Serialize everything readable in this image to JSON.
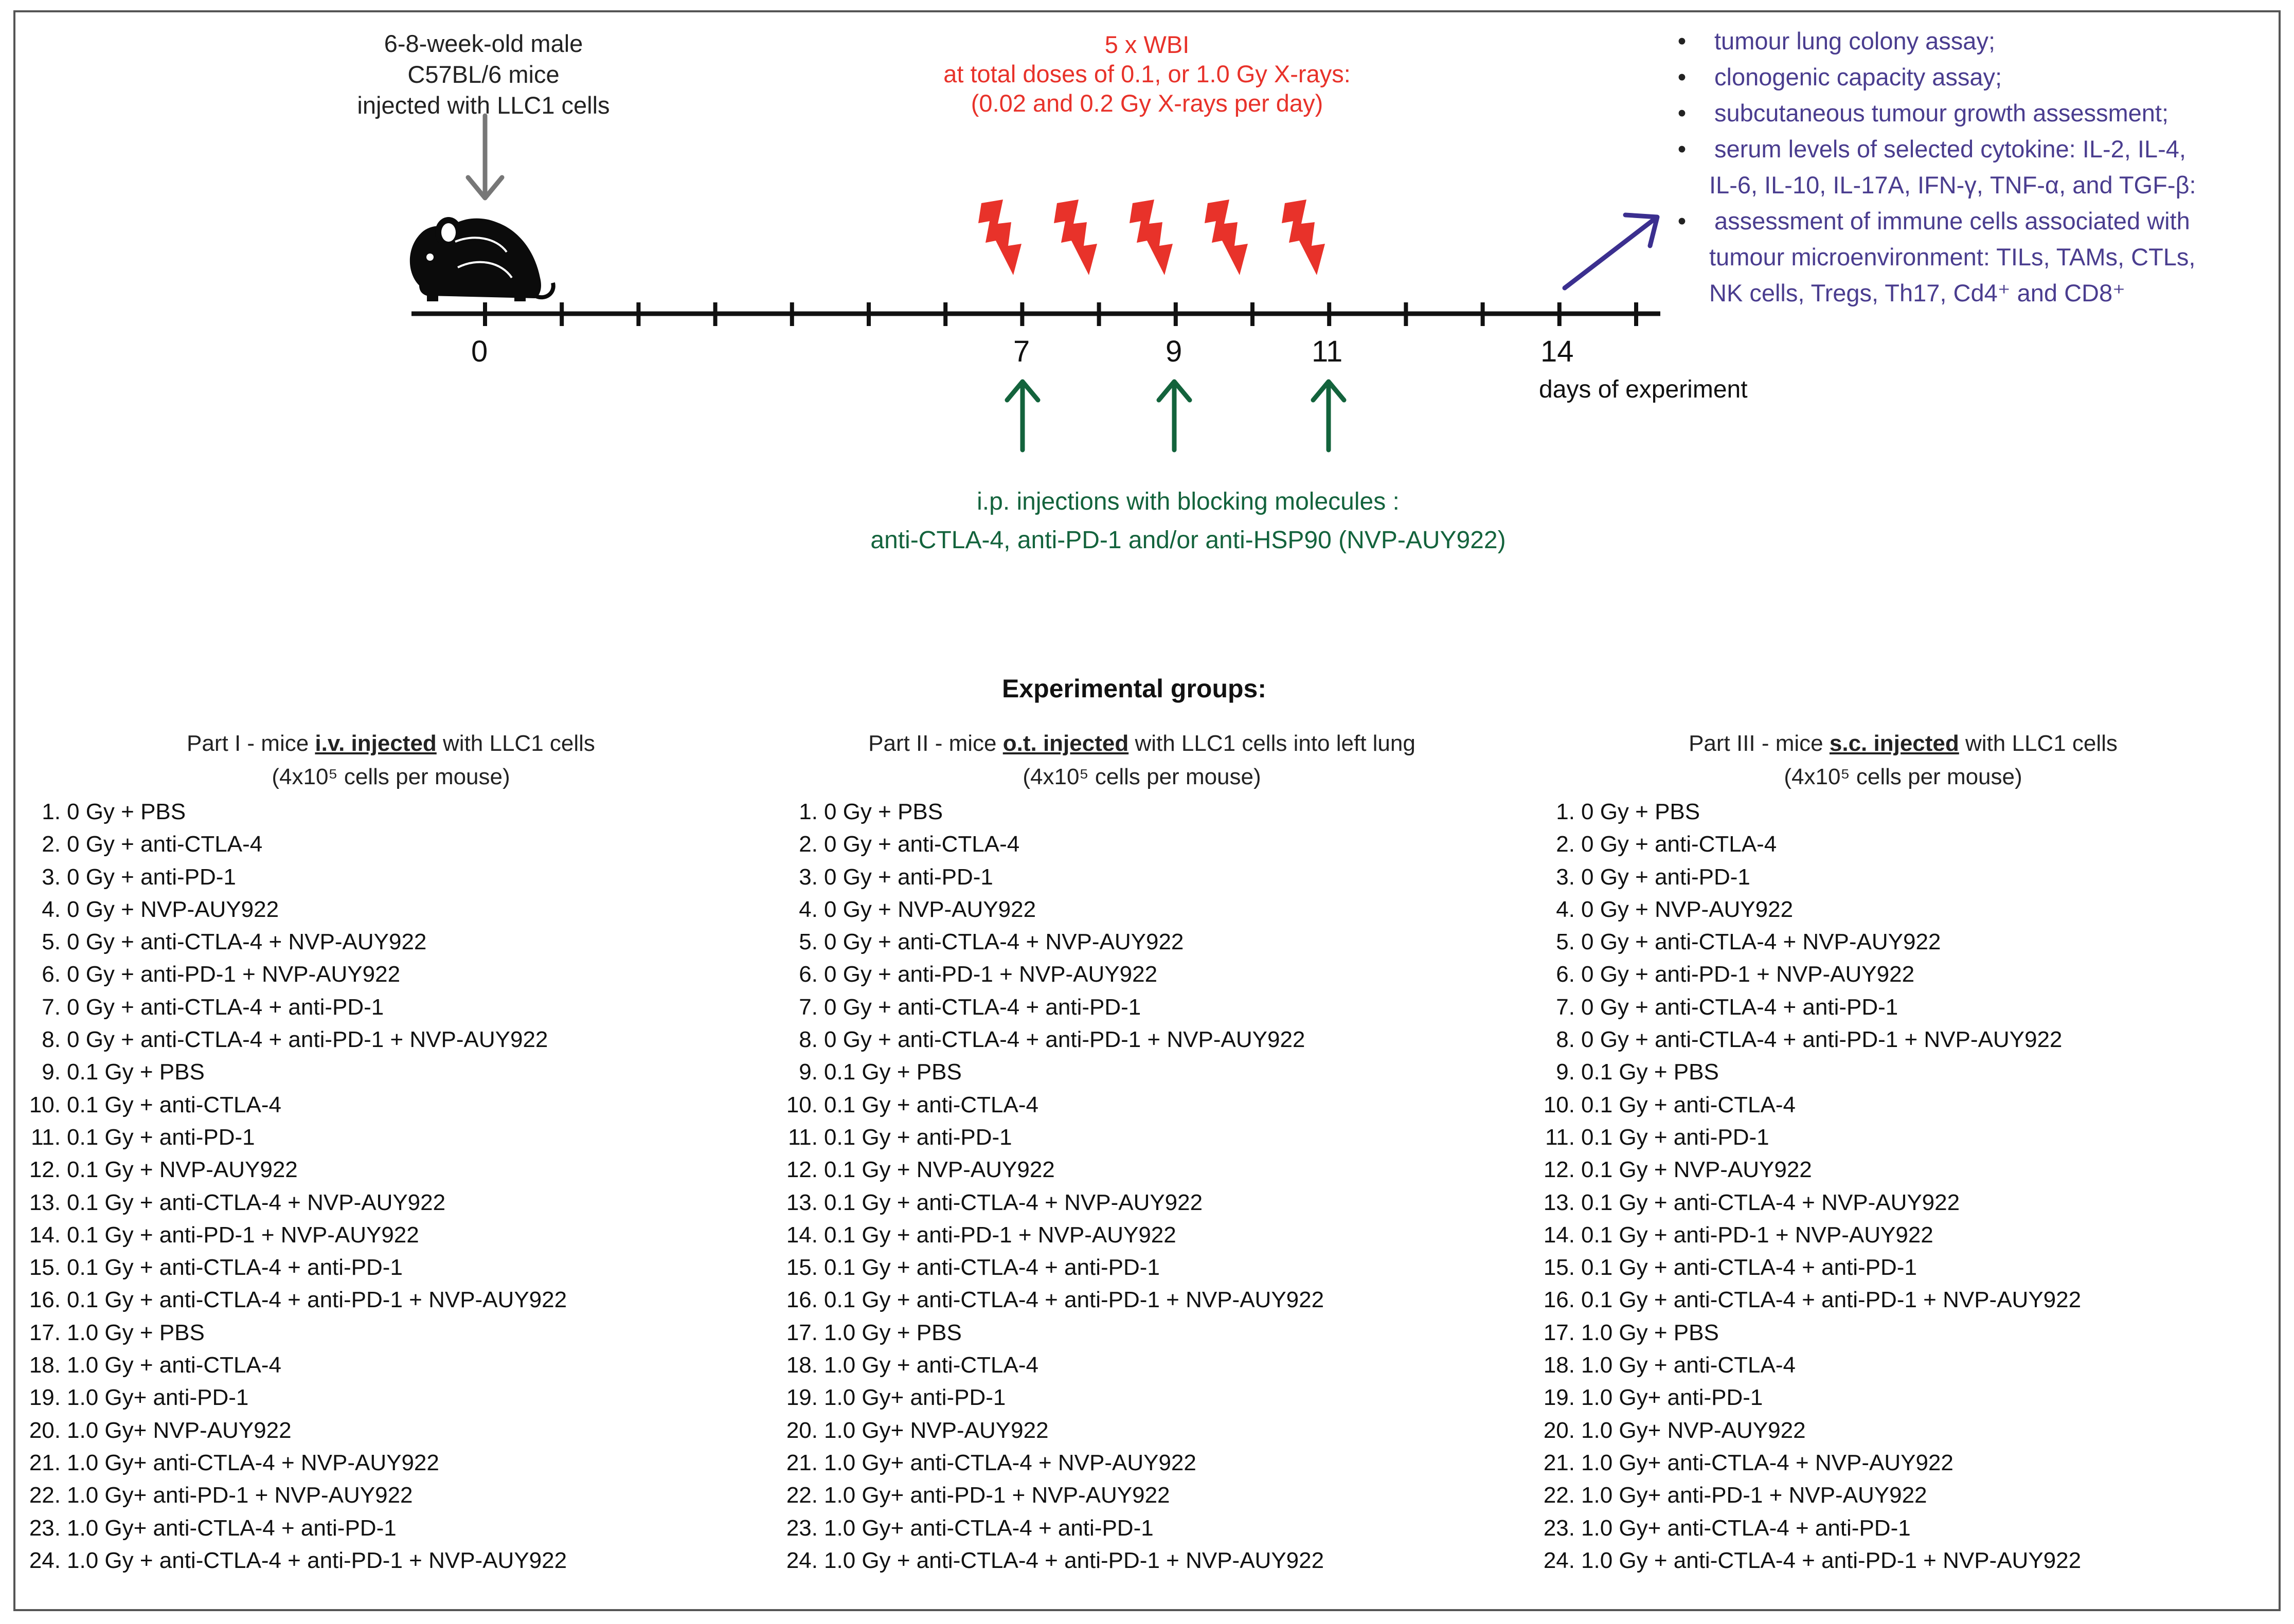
{
  "injection_note": [
    "6-8-week-old male",
    "C57BL/6 mice",
    "injected with LLC1 cells"
  ],
  "wbi": {
    "lines": [
      "5 x WBI",
      "at total doses of 0.1, or 1.0 Gy X-rays:",
      "(0.02 and 0.2 Gy X-rays per day)"
    ],
    "bolt_count": 5,
    "color": "#e8322a"
  },
  "timeline": {
    "day_labels": [
      "0",
      "7",
      "9",
      "11",
      "14"
    ],
    "caption": "days of experiment"
  },
  "blocking": {
    "lines": [
      "i.p. injections with blocking molecules :",
      "anti-CTLA-4, anti-PD-1 and/or anti-HSP90 (NVP-AUY922)"
    ],
    "color": "#13633c"
  },
  "assays": {
    "bullet": "•",
    "color": "#4a3d8f",
    "items": [
      {
        "text": "tumour lung colony assay;"
      },
      {
        "text": "clonogenic capacity assay;"
      },
      {
        "text": "subcutaneous tumour growth assessment;"
      },
      {
        "text": "serum levels of selected cytokine: IL-2, IL-4,"
      },
      {
        "text": "IL-6, IL-10, IL-17A, IFN-γ, TNF-α, and TGF-β:",
        "continuation": true
      },
      {
        "text": "assessment of immune cells associated with"
      },
      {
        "text": "tumour microenvironment: TILs, TAMs, CTLs,",
        "continuation": true
      },
      {
        "text": "NK cells, Tregs, Th17, Cd4⁺ and CD8⁺",
        "continuation": true
      }
    ]
  },
  "experimental_title": "Experimental groups:",
  "parts": [
    {
      "pre": "Part I - mice ",
      "route": "i.v. injected",
      "post": " with LLC1 cells",
      "cells": "(4x10⁵ cells per mouse)"
    },
    {
      "pre": "Part II - mice ",
      "route": "o.t. injected",
      "post": " with LLC1 cells into left lung",
      "cells": "(4x10⁵ cells per mouse)"
    },
    {
      "pre": "Part III - mice ",
      "route": "s.c. injected",
      "post": " with LLC1 cells",
      "cells": "(4x10⁵ cells per mouse)"
    }
  ],
  "groups": [
    {
      "num": "1.",
      "text": "0 Gy + PBS"
    },
    {
      "num": "2.",
      "text": "0 Gy + anti-CTLA-4"
    },
    {
      "num": "3.",
      "text": "0 Gy + anti-PD-1"
    },
    {
      "num": "4.",
      "text": "0 Gy + NVP-AUY922"
    },
    {
      "num": "5.",
      "text": "0 Gy + anti-CTLA-4 + NVP-AUY922"
    },
    {
      "num": "6.",
      "text": "0 Gy + anti-PD-1 + NVP-AUY922"
    },
    {
      "num": "7.",
      "text": "0 Gy + anti-CTLA-4 + anti-PD-1"
    },
    {
      "num": "8.",
      "text": "0 Gy + anti-CTLA-4 + anti-PD-1 + NVP-AUY922"
    },
    {
      "num": "9.",
      "text": "0.1 Gy + PBS"
    },
    {
      "num": "10.",
      "text": "0.1 Gy + anti-CTLA-4"
    },
    {
      "num": "11.",
      "text": "0.1 Gy + anti-PD-1"
    },
    {
      "num": "12.",
      "text": "0.1 Gy + NVP-AUY922"
    },
    {
      "num": "13.",
      "text": "0.1 Gy + anti-CTLA-4 + NVP-AUY922"
    },
    {
      "num": "14.",
      "text": "0.1 Gy + anti-PD-1 + NVP-AUY922"
    },
    {
      "num": "15.",
      "text": "0.1 Gy + anti-CTLA-4 + anti-PD-1"
    },
    {
      "num": "16.",
      "text": "0.1 Gy + anti-CTLA-4 + anti-PD-1 + NVP-AUY922"
    },
    {
      "num": "17.",
      "text": "1.0 Gy + PBS"
    },
    {
      "num": "18.",
      "text": "1.0 Gy + anti-CTLA-4"
    },
    {
      "num": "19.",
      "text": "1.0 Gy+ anti-PD-1"
    },
    {
      "num": "20.",
      "text": "1.0 Gy+ NVP-AUY922"
    },
    {
      "num": "21.",
      "text": "1.0 Gy+ anti-CTLA-4 + NVP-AUY922"
    },
    {
      "num": "22.",
      "text": "1.0 Gy+ anti-PD-1 + NVP-AUY922"
    },
    {
      "num": "23.",
      "text": "1.0 Gy+ anti-CTLA-4 + anti-PD-1"
    },
    {
      "num": "24.",
      "text": "1.0 Gy + anti-CTLA-4 + anti-PD-1 + NVP-AUY922"
    }
  ],
  "colors": {
    "grey_arrow": "#777777",
    "green": "#13633c",
    "purple": "#3b2f8f",
    "red": "#e8322a",
    "axis": "#111111"
  }
}
